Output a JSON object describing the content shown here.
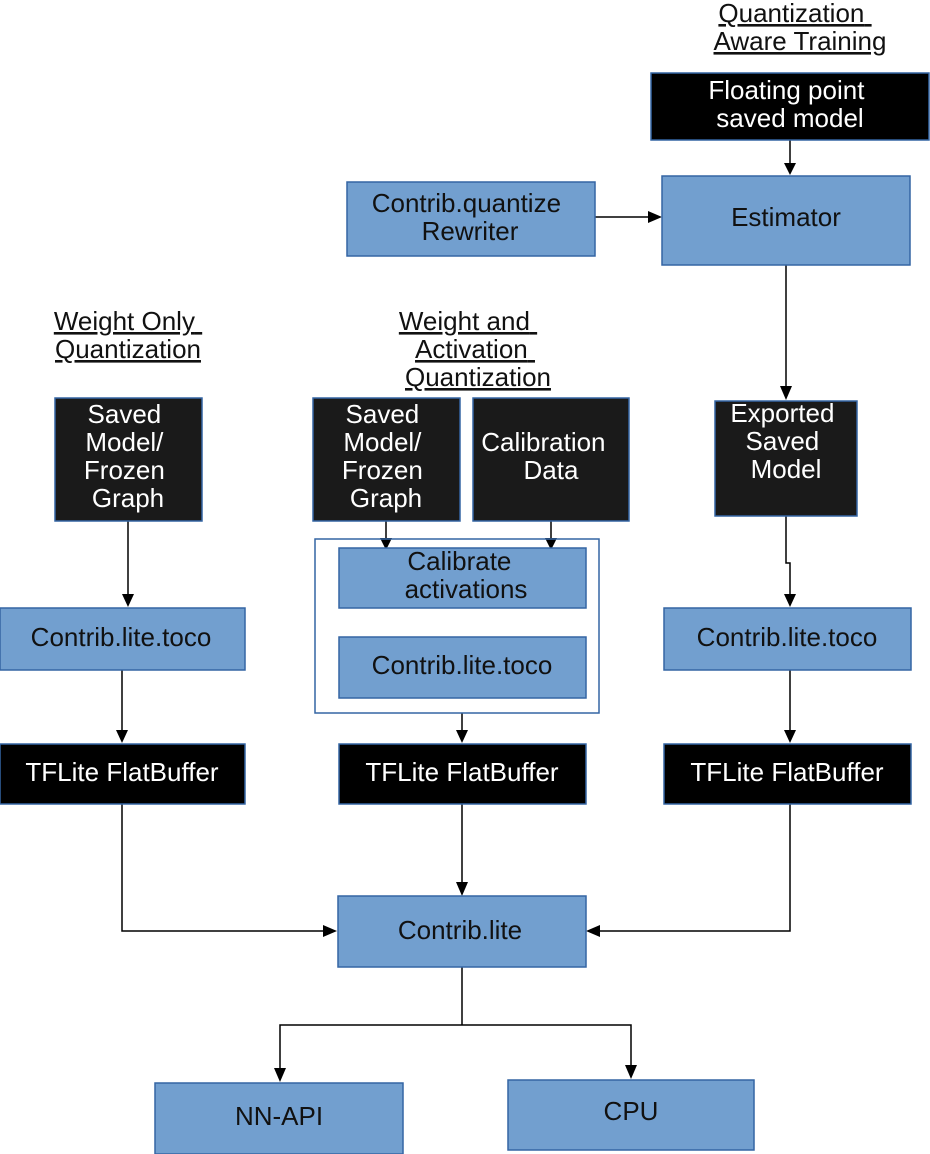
{
  "headings": {
    "qat": [
      "Quantization",
      "Aware Training"
    ],
    "weight_only": [
      "Weight Only",
      "Quantization"
    ],
    "weight_activation": [
      "Weight and",
      "Activation",
      "Quantization"
    ]
  },
  "nodes": {
    "floating_point": [
      "Floating point",
      "saved model"
    ],
    "contrib_quantize": [
      "Contrib.quantize",
      "Rewriter"
    ],
    "estimator": [
      "Estimator"
    ],
    "saved_model_left": [
      "Saved",
      "Model/",
      "Frozen",
      "Graph"
    ],
    "saved_model_mid": [
      "Saved",
      "Model/",
      "Frozen",
      "Graph"
    ],
    "calibration_data": [
      "Calibration",
      "Data"
    ],
    "exported_saved_model": [
      "Exported",
      "Saved",
      "Model"
    ],
    "calibrate_activations": [
      "Calibrate",
      "activations"
    ],
    "toco_left": [
      "Contrib.lite.toco"
    ],
    "toco_mid": [
      "Contrib.lite.toco"
    ],
    "toco_right": [
      "Contrib.lite.toco"
    ],
    "flatbuffer_left": [
      "TFLite FlatBuffer"
    ],
    "flatbuffer_mid": [
      "TFLite FlatBuffer"
    ],
    "flatbuffer_right": [
      "TFLite FlatBuffer"
    ],
    "contrib_lite": [
      "Contrib.lite"
    ],
    "nnapi": [
      "NN-API"
    ],
    "cpu": [
      "CPU"
    ]
  }
}
